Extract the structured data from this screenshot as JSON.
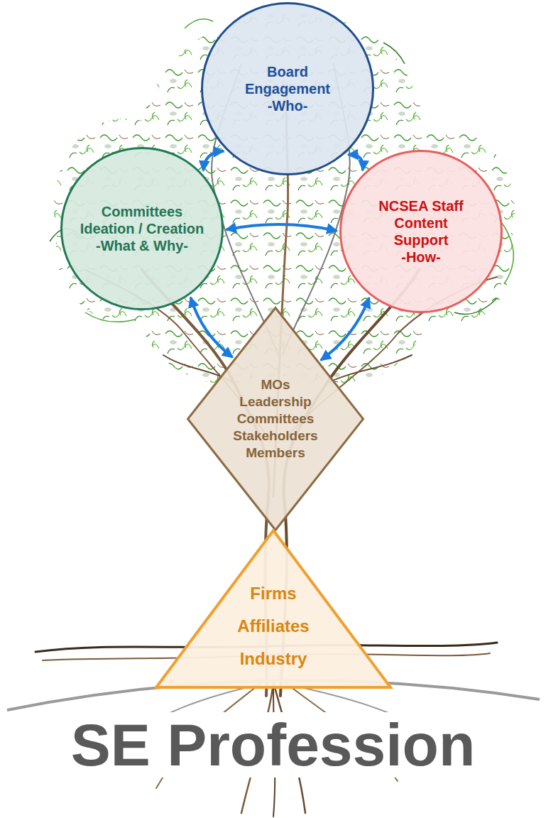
{
  "diagram": {
    "nodes": [
      {
        "text": [
          "Board Engagement",
          "-Who-"
        ]
      },
      {
        "text": [
          "Committees Ideation / Creation",
          "-What & Why-"
        ]
      },
      {
        "text": [
          "NCSEA Staff Content Support",
          "-How-"
        ]
      },
      {
        "text": [
          "MOs Leadership Committees Stakeholders Members"
        ]
      },
      {
        "text": [
          "Firms Affiliates Industry"
        ]
      }
    ],
    "edges": [
      {
        "from": 0,
        "to": 1,
        "arrow": "both"
      },
      {
        "from": 0,
        "to": 2,
        "arrow": "both"
      },
      {
        "from": 1,
        "to": 2,
        "arrow": "both"
      },
      {
        "from": 1,
        "to": 3,
        "arrow": "both"
      },
      {
        "from": 2,
        "to": 3,
        "arrow": "both"
      }
    ],
    "labels": [
      "SE Profession"
    ]
  }
}
